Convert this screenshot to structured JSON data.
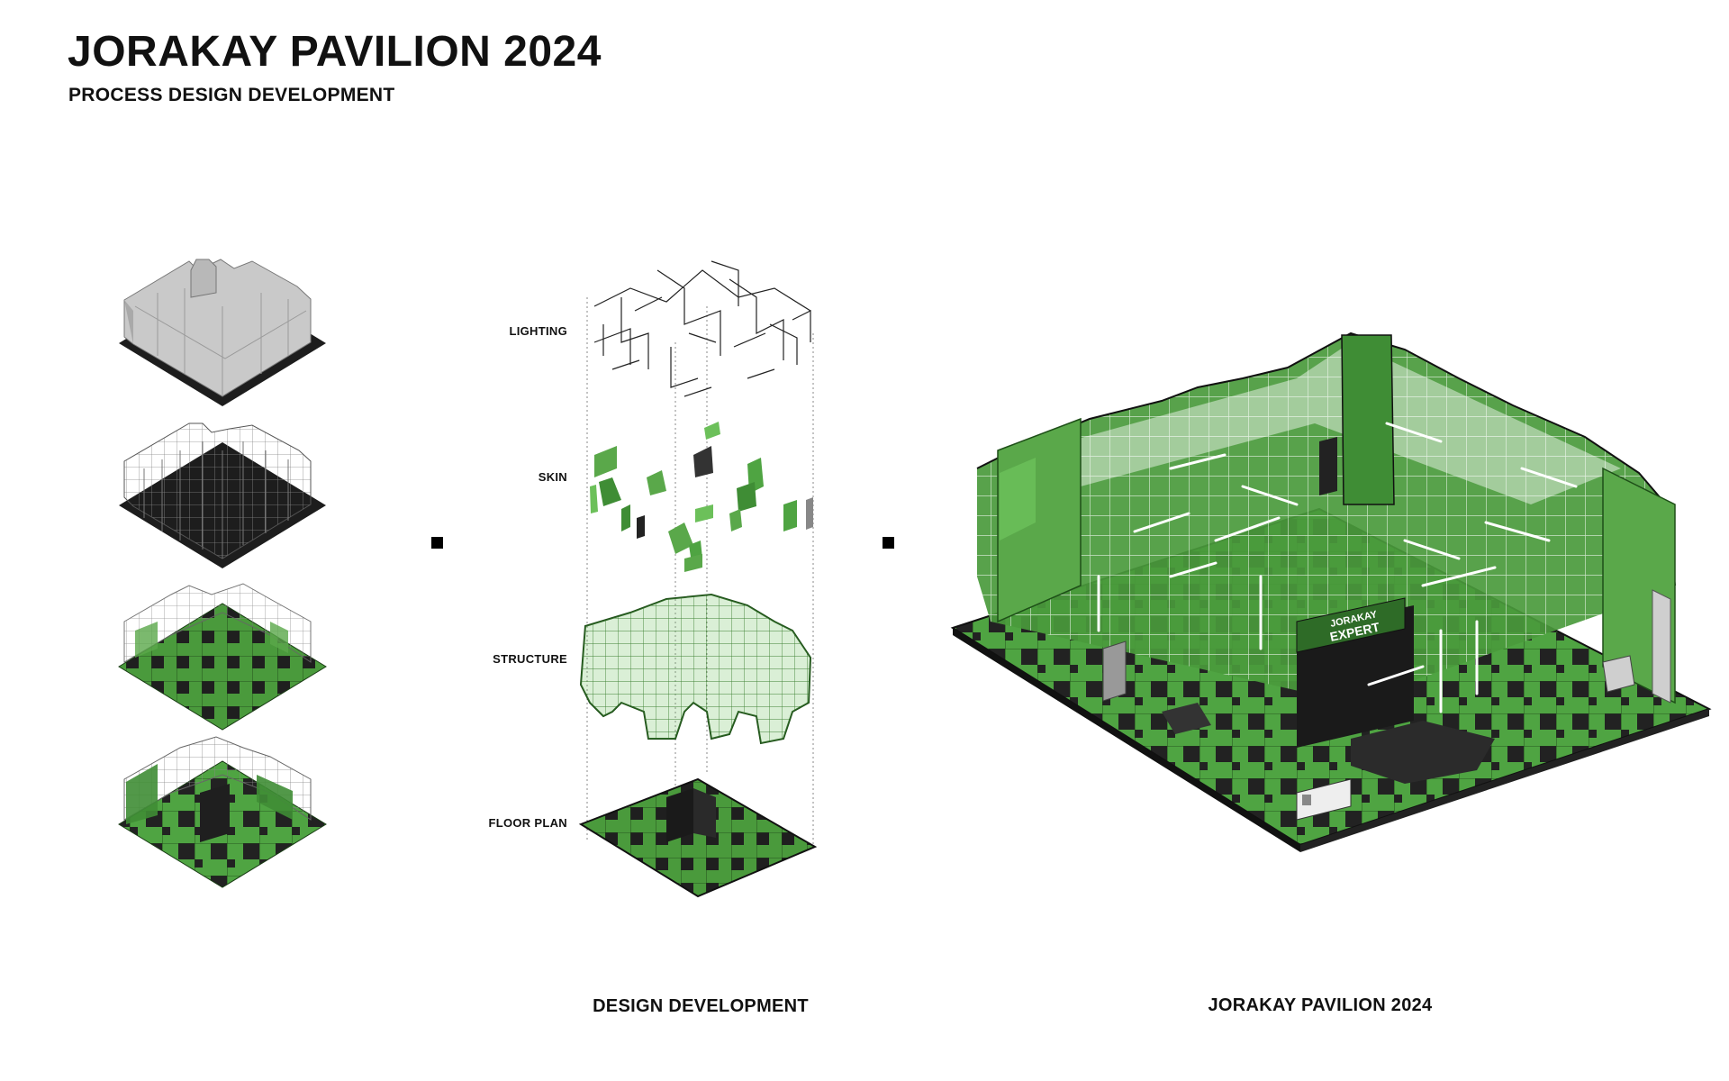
{
  "header": {
    "title": "JORAKAY PAVILION 2024",
    "subtitle": "PROCESS DESIGN DEVELOPMENT"
  },
  "layers": {
    "lighting": "LIGHTING",
    "skin": "SKIN",
    "structure": "STRUCTURE",
    "floor_plan": "FLOOR PLAN"
  },
  "captions": {
    "design_development": "DESIGN DEVELOPMENT",
    "final": "JORAKAY PAVILION 2024"
  },
  "signage": {
    "brand_line1": "JORAKAY",
    "brand_line2": "EXPERT"
  },
  "colors": {
    "green": "#4a9a3c",
    "green_light": "#6cc05a",
    "dark": "#1d1d1d",
    "gray_mass": "#c4c4c4"
  }
}
